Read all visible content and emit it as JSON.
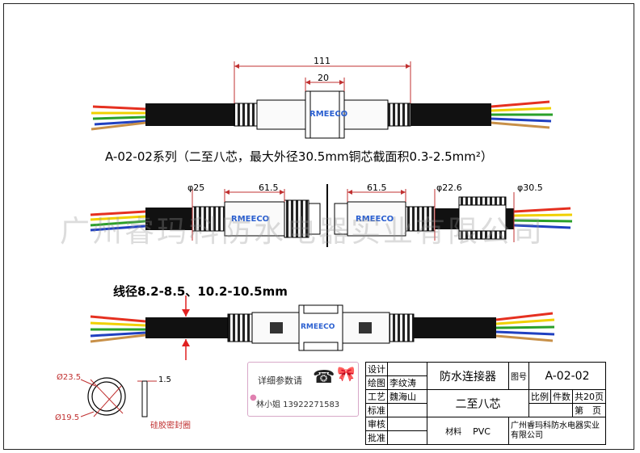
{
  "dims_top": {
    "overall": "111",
    "middle": "20"
  },
  "series_heading": "A-02-02系列（二至八芯，最大外径30.5mm铜芯截面积0.3-2.5mm²）",
  "dims_mid": {
    "d_left": "φ25",
    "len_left": "61.5",
    "len_right": "61.5",
    "d_mid": "φ22.6",
    "d_right": "φ30.5"
  },
  "wire_heading": "线径8.2-8.5、10.2-10.5mm",
  "watermark": "广州睿玛科防水电器实业有限公司",
  "brand": "RMEECO",
  "seal": {
    "outer": "Ø23.5",
    "inner": "Ø19.5",
    "thickness": "1.5",
    "label": "硅胶密封圈"
  },
  "contact": {
    "line1": "详细参数请",
    "line2": "林小姐 13922271583"
  },
  "title_block": {
    "design_label": "设计",
    "draw_label": "绘图",
    "draw_name": "李纹涛",
    "craft_label": "工艺",
    "craft_name": "魏海山",
    "standard_label": "标准",
    "review_label": "审核",
    "approve_label": "批准",
    "product": "防水连接器",
    "drawing_label": "图号",
    "drawing_no": "A-02-02",
    "cores": "二至八芯",
    "scale_label": "比例",
    "qty_label": "件数",
    "total_pages": "共20页",
    "page_label": "第　页",
    "material_label": "材料",
    "material": "PVC",
    "company": "广州睿玛科防水电器实业有限公司"
  },
  "colors": {
    "wire_red": "#e53020",
    "wire_yellow": "#f0d000",
    "wire_green": "#2aa02a",
    "wire_blue": "#2040c0",
    "brand": "#2a5fd0"
  }
}
